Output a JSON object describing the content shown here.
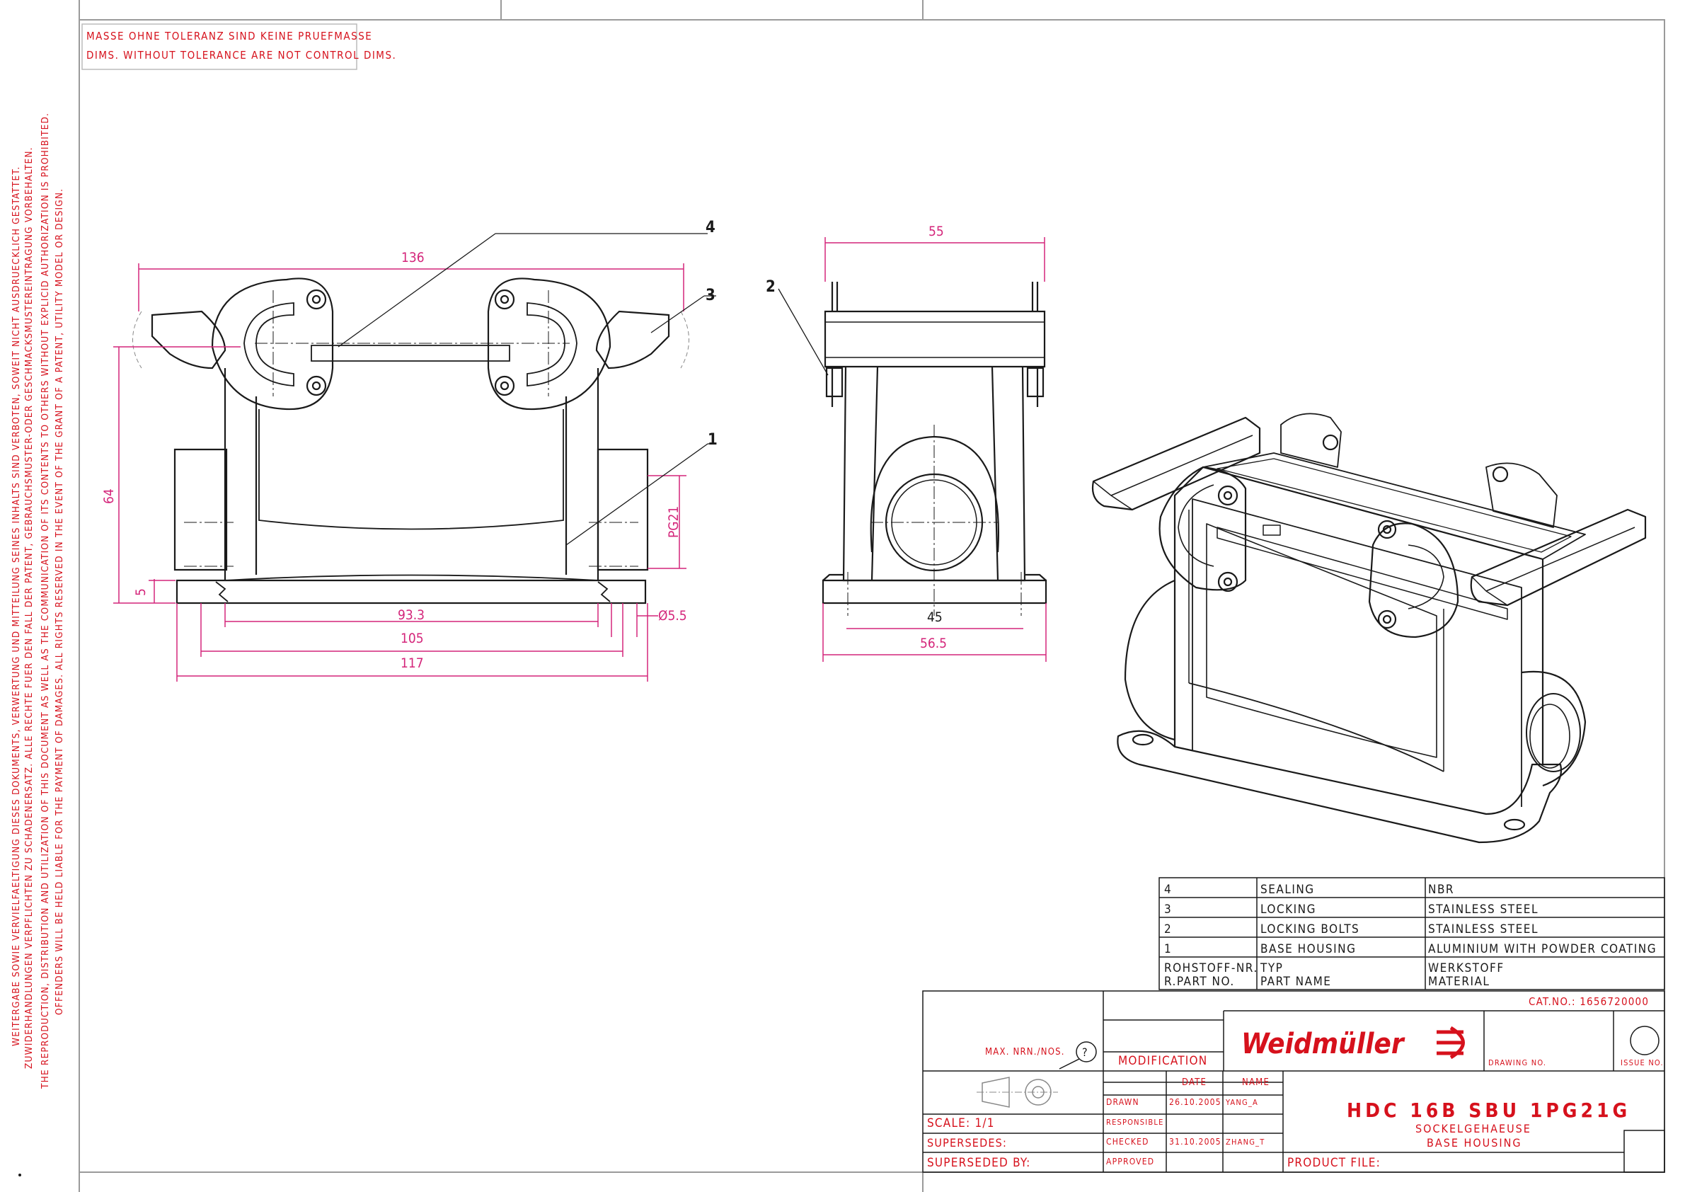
{
  "tolerance_note": {
    "de": "MASSE OHNE TOLERANZ SIND KEINE PRUEFMASSE",
    "en": "DIMS. WITHOUT TOLERANCE ARE NOT CONTROL DIMS."
  },
  "side_notice": [
    "WEITERGABE SOWIE VERVIELFAELTIGUNG DIESES DOKUMENTS, VERWERTUNG UND MITTEILUNG SEINES INHALTS SIND VERBOTEN, SOWEIT NICHT AUSDRUECKLICH GESTATTET.",
    "ZUWIDERHANDLUNGEN VERPFLICHTEN ZU SCHADENERSATZ. ALLE RECHTE FUER DEN FALL DER PATENT, GEBRAUCHSMUSTER-ODER GESCHMACKSMUSTEREINTRAGUNG VORBEHALTEN.",
    "THE REPRODUCTION, DISTRIBUTION AND UTILIZATION OF THIS DOCUMENT AS WELL AS THE COMMUNICATION OF ITS CONTENTS TO OTHERS WITHOUT EXPLICID AUTHORIZATION IS PROHIBITED.",
    "OFFENDERS WILL BE HELD LIABLE FOR THE PAYMENT OF DAMAGES. ALL RIGHTS RESERVED IN THE EVENT OF THE GRANT OF A PATENT, UTILITY MODEL OR DESIGN."
  ],
  "dimensions": {
    "overall_width": "136",
    "height": "64",
    "base_height": "5",
    "pg": "PG21",
    "inner_length": "93.3",
    "hole_spacing": "105",
    "base_length": "117",
    "hole_dia": "Ø5.5",
    "top_width": "55",
    "side_hole_spacing": "45",
    "side_base_width": "56.5"
  },
  "balloons": [
    "4",
    "3",
    "1",
    "2"
  ],
  "parts_list": {
    "rows": [
      {
        "no": "4",
        "type": "SEALING",
        "material": "NBR"
      },
      {
        "no": "3",
        "type": "LOCKING",
        "material": "STAINLESS STEEL"
      },
      {
        "no": "2",
        "type": "LOCKING BOLTS",
        "material": "STAINLESS STEEL"
      },
      {
        "no": "1",
        "type": "BASE HOUSING",
        "material": "ALUMINIUM WITH POWDER COATING"
      }
    ],
    "header": {
      "no_de": "ROHSTOFF-NR.",
      "no_en": "R.PART NO.",
      "type_de": "TYP",
      "type_en": "PART NAME",
      "mat_de": "WERKSTOFF",
      "mat_en": "MATERIAL"
    }
  },
  "title_block": {
    "max_nrn": "MAX. NRN./NOS.",
    "help_symbol": "?",
    "modification": "MODIFICATION",
    "cat_no": "CAT.NO.: 1656720000",
    "brand": "Weidmüller",
    "drawing_no_label": "DRAWING NO.",
    "issue_no_label": "ISSUE NO.",
    "date_header": "DATE",
    "name_header": "NAME",
    "drawn_label": "DRAWN",
    "drawn_date": "26.10.2005",
    "drawn_name": "YANG_A",
    "responsible_label": "RESPONSIBLE",
    "checked_label": "CHECKED",
    "checked_date": "31.10.2005",
    "checked_name": "ZHANG_T",
    "approved_label": "APPROVED",
    "scale": "SCALE: 1/1",
    "supersedes": "SUPERSEDES:",
    "superseded_by": "SUPERSEDED BY:",
    "product_name": "HDC 16B SBU 1PG21G",
    "desc_de": "SOCKELGEHAEUSE",
    "desc_en": "BASE HOUSING",
    "product_file": "PRODUCT FILE:"
  },
  "colors": {
    "line": "#1a1a1a",
    "dimension": "#d4257a",
    "annotation_red": "#d6111c",
    "frame": "#9a9a9a"
  }
}
